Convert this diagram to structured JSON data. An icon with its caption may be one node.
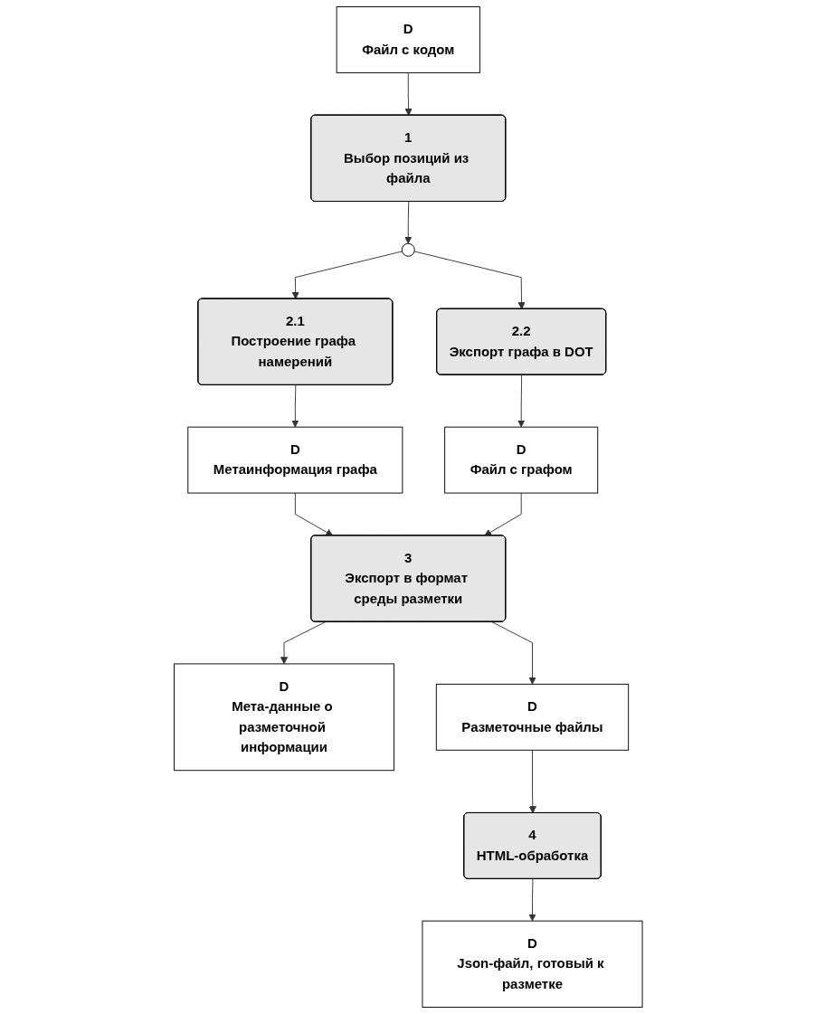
{
  "diagram": {
    "nodes": [
      {
        "text": [
          "D",
          "Файл с кодом"
        ]
      },
      {
        "text": [
          "1",
          "Выбор позиций из файла"
        ]
      },
      {
        "text": [],
        "shape": "circle"
      },
      {
        "text": [
          "2.1",
          "Построение графа намерений"
        ]
      },
      {
        "text": [
          "2.2",
          "Экспорт графа в DOT"
        ]
      },
      {
        "text": [
          "D",
          "Метаинформация графа"
        ]
      },
      {
        "text": [
          "D",
          "Файл с графом"
        ]
      },
      {
        "text": [
          "3",
          "Экспорт в формат среды разметки"
        ]
      },
      {
        "text": [
          "D",
          "Мета-данные о разметочной информации"
        ]
      },
      {
        "text": [
          "D",
          "Разметочные файлы"
        ]
      },
      {
        "text": [
          "4",
          "HTML-обработка"
        ]
      },
      {
        "text": [
          "D",
          "Json-файл, готовый к разметке"
        ]
      }
    ],
    "edges": [
      {
        "from": 0,
        "to": 1,
        "arrow": "to"
      },
      {
        "from": 1,
        "to": 2,
        "arrow": "to"
      },
      {
        "from": 2,
        "to": 3,
        "arrow": "to"
      },
      {
        "from": 2,
        "to": 4,
        "arrow": "to"
      },
      {
        "from": 3,
        "to": 5,
        "arrow": "to"
      },
      {
        "from": 4,
        "to": 6,
        "arrow": "to"
      },
      {
        "from": 5,
        "to": 7,
        "arrow": "to"
      },
      {
        "from": 6,
        "to": 7,
        "arrow": "to"
      },
      {
        "from": 7,
        "to": 8,
        "arrow": "to"
      },
      {
        "from": 7,
        "to": 9,
        "arrow": "to"
      },
      {
        "from": 9,
        "to": 10,
        "arrow": "to"
      },
      {
        "from": 10,
        "to": 11,
        "arrow": "to"
      }
    ]
  }
}
